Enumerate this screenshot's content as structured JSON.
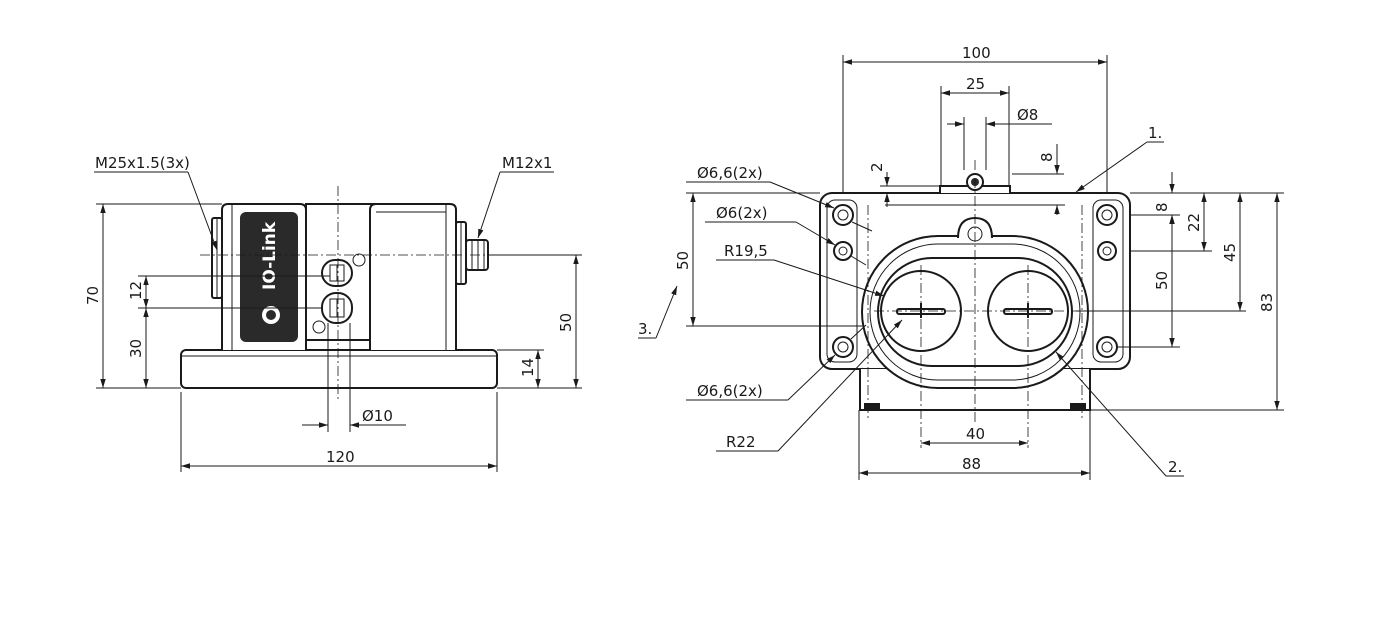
{
  "side_view": {
    "logo_text": "IO-Link",
    "labels": {
      "thread_left": "M25x1.5(3x)",
      "thread_right": "M12x1",
      "dia_shaft": "Ø10",
      "width": "120",
      "height_total": "70",
      "height_12": "12",
      "height_30": "30",
      "height_50": "50",
      "height_14": "14"
    }
  },
  "front_view": {
    "labels": {
      "width_100": "100",
      "width_25": "25",
      "dia_8": "Ø8",
      "dim_2": "2",
      "dim_8_top": "8",
      "hole_66_top": "Ø6,6(2x)",
      "hole_6": "Ø6(2x)",
      "radius_195": "R19,5",
      "height_50_left": "50",
      "callout_3": "3.",
      "hole_66_bottom": "Ø6,6(2x)",
      "radius_22": "R22",
      "width_40": "40",
      "width_88": "88",
      "callout_1": "1.",
      "callout_2": "2.",
      "dim_8_right": "8",
      "dim_22": "22",
      "dim_50_right": "50",
      "dim_45": "45",
      "dim_83": "83"
    }
  }
}
